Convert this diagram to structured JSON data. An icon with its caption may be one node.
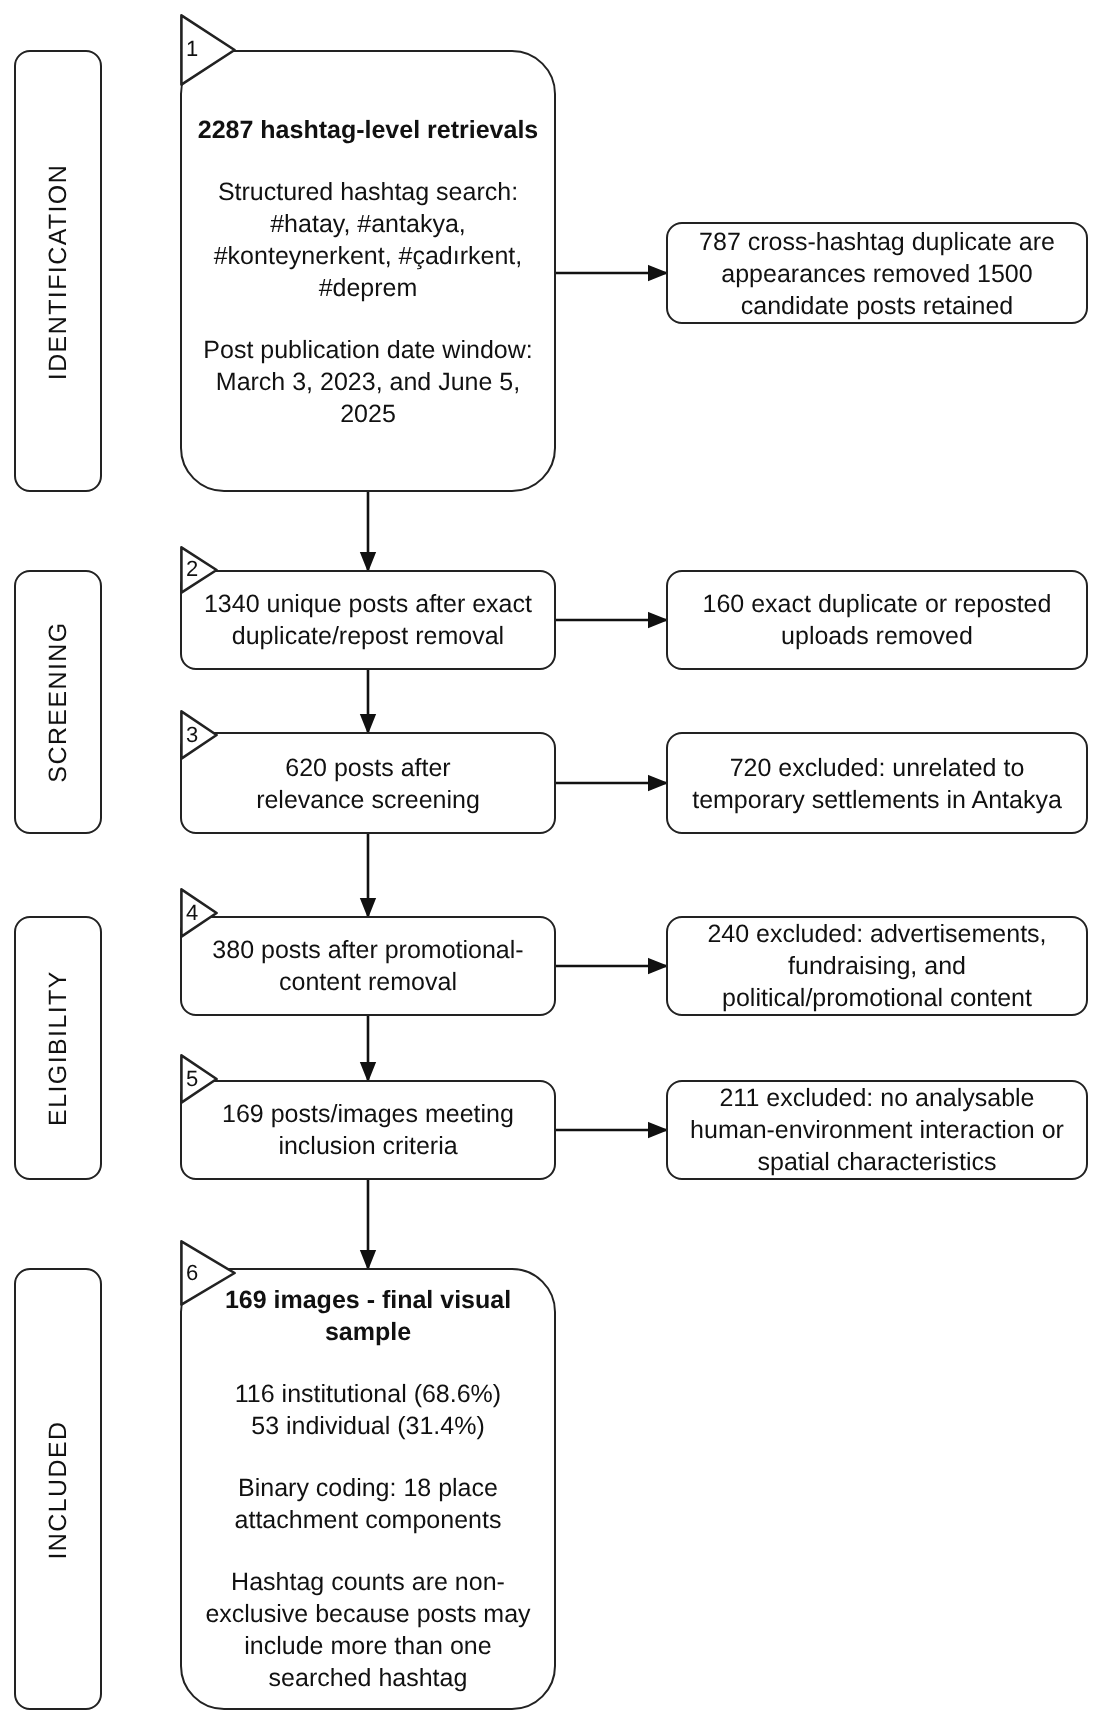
{
  "diagram": {
    "nodes": [
      {
        "text": [
          "IDENTIFICATION"
        ]
      },
      {
        "text": [
          "1"
        ]
      },
      {
        "text": [
          "2287 hashtag-level retrievals",
          "Structured hashtag search: #hatay, #antakya, #konteynerkent, #çadırkent, #deprem",
          "Post publication date window: March 3, 2023, and June 5, 2025"
        ]
      },
      {
        "text": [
          "787 cross-hashtag duplicate are appearances removed 1500 candidate posts retained"
        ]
      },
      {
        "text": [
          "SCREENING"
        ]
      },
      {
        "text": [
          "2"
        ]
      },
      {
        "text": [
          "1340 unique posts after exact duplicate/repost removal"
        ]
      },
      {
        "text": [
          "160 exact duplicate or reposted uploads removed"
        ]
      },
      {
        "text": [
          "3"
        ]
      },
      {
        "text": [
          "620 posts after relevance screening"
        ]
      },
      {
        "text": [
          "720 excluded: unrelated to temporary settlements in Antakya"
        ]
      },
      {
        "text": [
          "ELIGIBILITY"
        ]
      },
      {
        "text": [
          "4"
        ]
      },
      {
        "text": [
          "380 posts after promotional-content removal"
        ]
      },
      {
        "text": [
          "240 excluded: advertisements, fundraising, and political/promotional content"
        ]
      },
      {
        "text": [
          "5"
        ]
      },
      {
        "text": [
          "169 posts/images meeting inclusion criteria"
        ]
      },
      {
        "text": [
          "211 excluded: no analysable human-environment interaction or spatial characteristics"
        ]
      },
      {
        "text": [
          "INCLUDED"
        ]
      },
      {
        "text": [
          "6"
        ]
      },
      {
        "text": [
          "169 images - final visual sample",
          "116 institutional (68.6%) 53 individual (31.4%)",
          "Binary coding: 18 place attachment components",
          "Hashtag counts are non-exclusive because posts may include more than one searched hashtag"
        ]
      }
    ],
    "edges": [
      {
        "from": 2,
        "to": 3,
        "arrow": "to"
      },
      {
        "from": 2,
        "to": 6,
        "arrow": "to"
      },
      {
        "from": 6,
        "to": 7,
        "arrow": "to"
      },
      {
        "from": 6,
        "to": 9,
        "arrow": "to"
      },
      {
        "from": 9,
        "to": 10,
        "arrow": "to"
      },
      {
        "from": 9,
        "to": 13,
        "arrow": "to"
      },
      {
        "from": 13,
        "to": 14,
        "arrow": "to"
      },
      {
        "from": 13,
        "to": 16,
        "arrow": "to"
      },
      {
        "from": 16,
        "to": 17,
        "arrow": "to"
      },
      {
        "from": 16,
        "to": 20,
        "arrow": "to"
      }
    ]
  }
}
